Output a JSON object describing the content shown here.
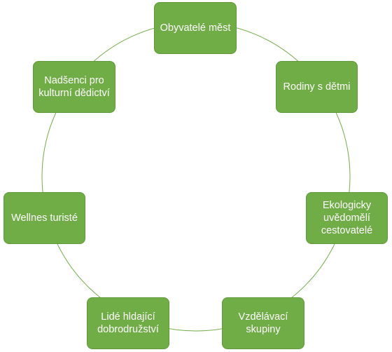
{
  "diagram": {
    "type": "cycle",
    "colors": {
      "node_fill": "#70ad47",
      "node_border": "#5f9a3a",
      "node_text": "#ffffff",
      "connector": "#70ad47"
    },
    "nodes": [
      {
        "label": "Obyvatelé měst"
      },
      {
        "label": "Rodiny s dětmi"
      },
      {
        "label": "Ekologicky uvědomělí cestovatelé"
      },
      {
        "label": "Vzdělávací skupiny"
      },
      {
        "label": "Lidé hldající dobrodružství"
      },
      {
        "label": "Wellnes turisté"
      },
      {
        "label": "Nadšenci pro kulturní dědictví"
      }
    ]
  }
}
